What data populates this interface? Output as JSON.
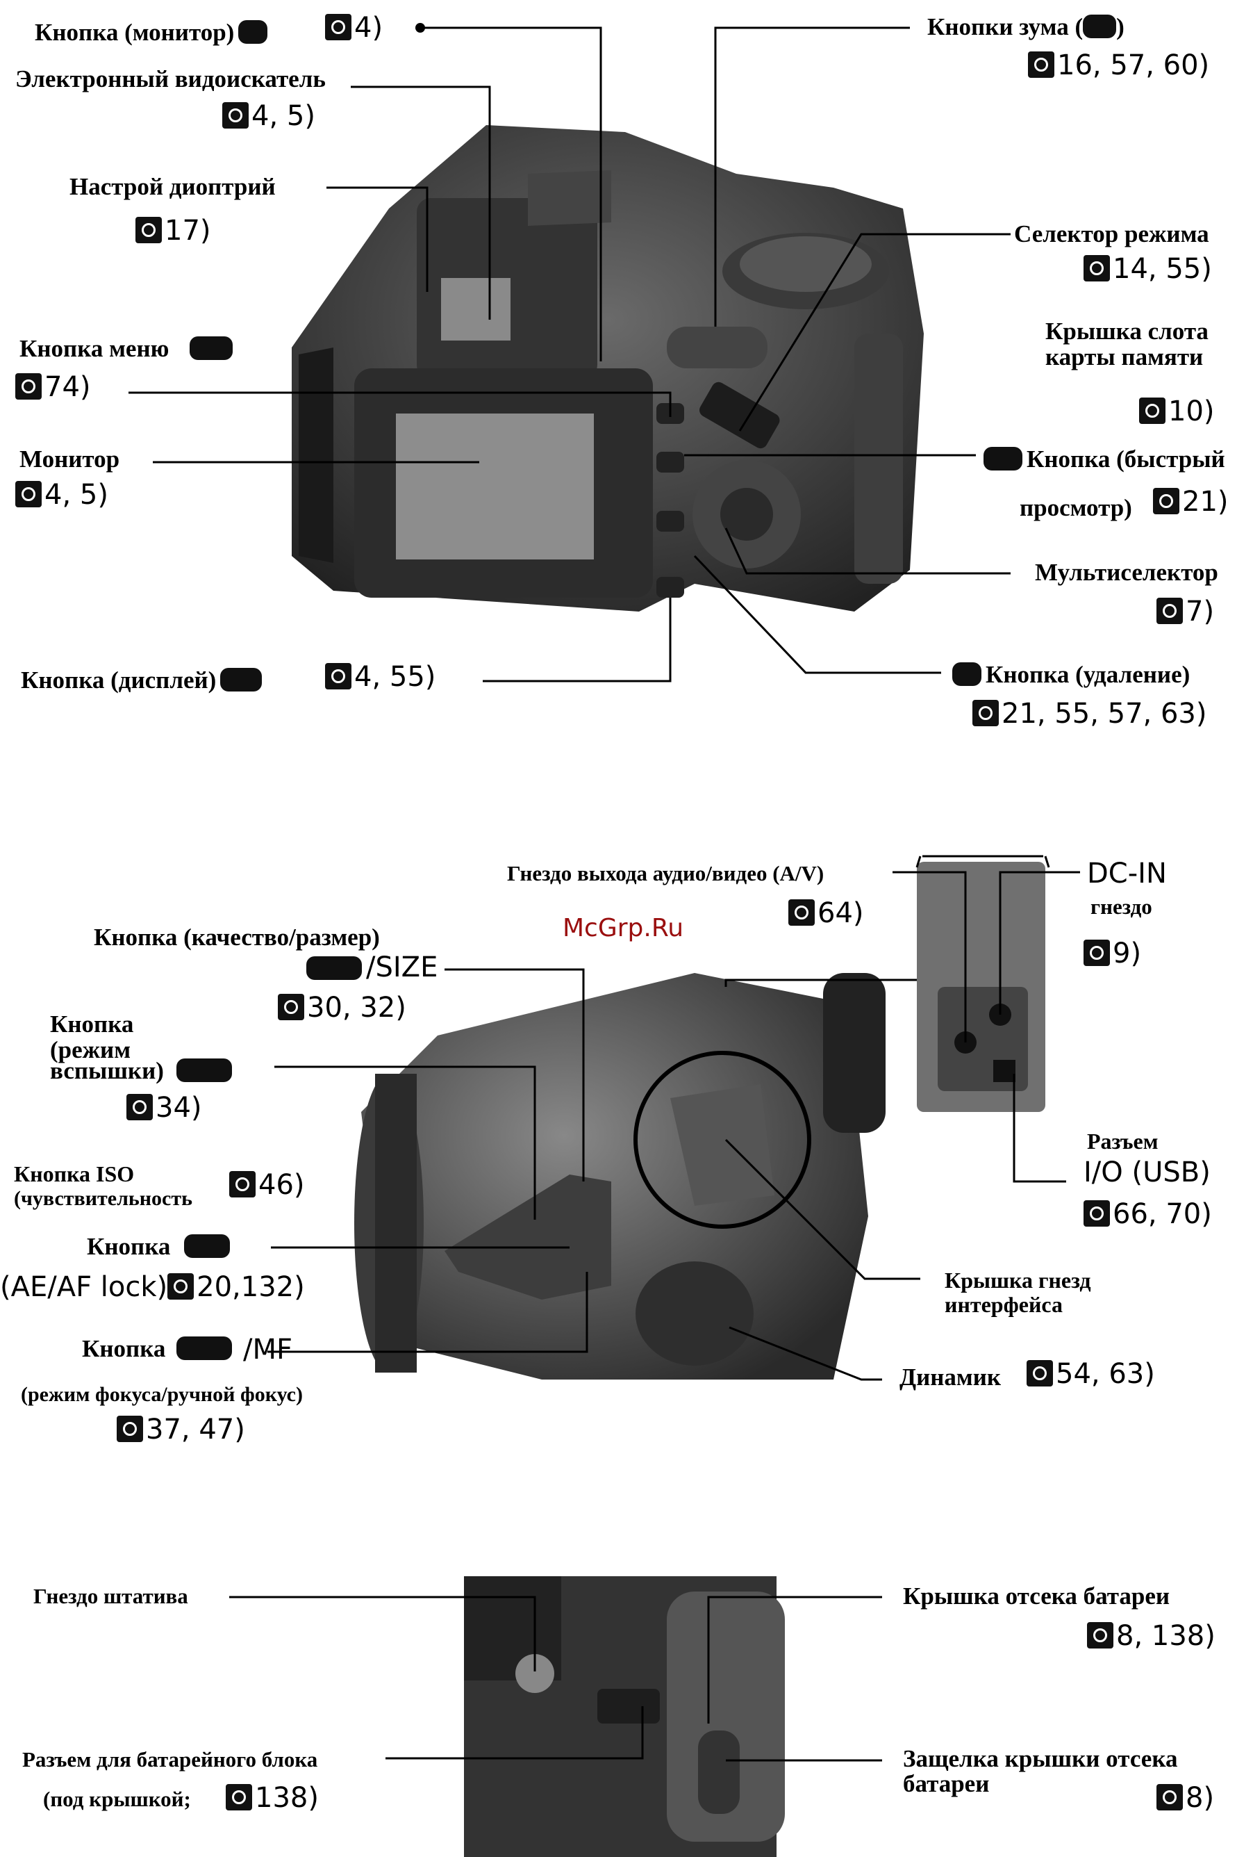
{
  "top": {
    "monitor_button": {
      "label": "Кнопка (монитор)",
      "ref": "4)"
    },
    "evf": {
      "label": "Электронный видоискатель",
      "ref": "4, 5)"
    },
    "diopter": {
      "label": "Настрой диоптрий",
      "ref": "17)"
    },
    "menu_button": {
      "label": "Кнопка меню",
      "ref": "74)"
    },
    "monitor": {
      "label": "Монитор",
      "ref": "4, 5)"
    },
    "display_button": {
      "label": "Кнопка (дисплей)",
      "ref": "4, 55)"
    },
    "zoom_buttons": {
      "label": "Кнопки зума (",
      "label_end": ")",
      "ref": "16, 57, 60)"
    },
    "mode_selector": {
      "label": "Селектор режима",
      "ref": "14, 55)"
    },
    "card_slot": {
      "label1": "Крышка слота",
      "label2": "карты памяти",
      "ref": "10)"
    },
    "quick_review": {
      "label1": "Кнопка (быстрый",
      "label2": "просмотр)",
      "ref": "21)"
    },
    "multi_selector": {
      "label": "Мультиселектор",
      "ref": "7)"
    },
    "delete_button": {
      "label": "Кнопка (удаление)",
      "ref": "21, 55, 57, 63)"
    }
  },
  "middle": {
    "av_out": {
      "label": "Гнездо выхода аудио/видео (A/V)",
      "ref": "64)"
    },
    "dc_in": {
      "label1": "DC-IN",
      "label2": "гнездо",
      "ref": "9)"
    },
    "quality_button": {
      "label": "Кнопка (качество/размер)",
      "label2": "/SIZE",
      "ref": "30, 32)"
    },
    "flash_button": {
      "label1": "Кнопка",
      "label2": "(режим",
      "label3": "вспышки)",
      "ref": "34)"
    },
    "iso_button": {
      "label1": "Кнопка ISO",
      "label2": "(чувствительность",
      "ref": "46)"
    },
    "ae_af_lock": {
      "label": "Кнопка",
      "label2": "(AE/AF lock)",
      "ref": "20,132)"
    },
    "focus_button": {
      "label": "Кнопка",
      "label2": "/MF",
      "label3": "(режим фокуса/ручной фокус)",
      "ref": "37, 47)"
    },
    "usb": {
      "label1": "Разъем",
      "label2": "I/O (USB)",
      "ref": "66, 70)"
    },
    "interface_cover": {
      "label1": "Крышка гнезд",
      "label2": "интерфейса"
    },
    "speaker": {
      "label": "Динамик",
      "ref": "54, 63)"
    },
    "watermark": "McGrp.Ru"
  },
  "bottom": {
    "tripod": {
      "label": "Гнездо штатива"
    },
    "battery_pack": {
      "label": "Разъем для батарейного блока",
      "label2": "(под крышкой;",
      "ref": "138)"
    },
    "battery_cover": {
      "label": "Крышка отсека батареи",
      "ref": "8, 138)"
    },
    "battery_latch": {
      "label1": "Защелка крышки отсека",
      "label2": "батареи",
      "ref": "8)"
    }
  }
}
